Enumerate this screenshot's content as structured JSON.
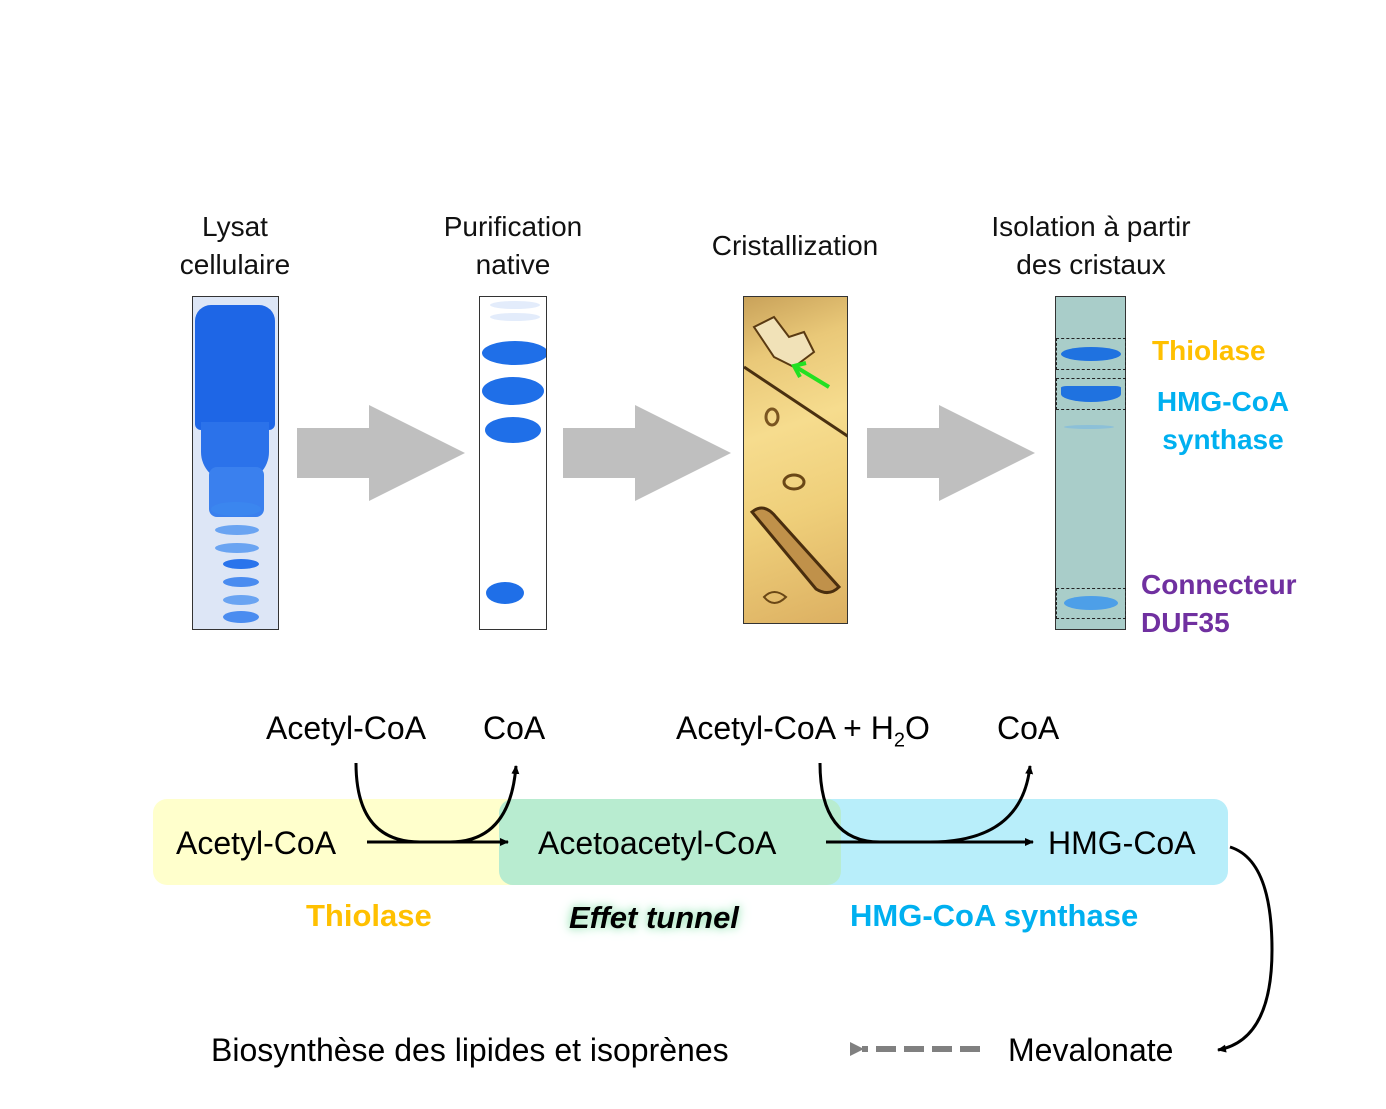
{
  "workflow": {
    "steps": [
      {
        "id": "lysate",
        "title_line1": "Lysat",
        "title_line2": "cellulaire"
      },
      {
        "id": "purification",
        "title_line1": "Purification",
        "title_line2": "native"
      },
      {
        "id": "crystallization",
        "title_line1": "Cristallization",
        "title_line2": ""
      },
      {
        "id": "isolation",
        "title_line1": "Isolation à partir",
        "title_line2": "des cristaux"
      }
    ],
    "band_labels": {
      "thiolase": "Thiolase",
      "hmgcs_line1": "HMG-CoA",
      "hmgcs_line2": "synthase",
      "connector_line1": "Connecteur",
      "connector_line2": "DUF35"
    }
  },
  "pathway": {
    "cosubstrates": {
      "step1_in": "Acetyl-CoA",
      "step1_out": "CoA",
      "step2_in": "Acetyl-CoA + H",
      "step2_in_sub": "2",
      "step2_in_suffix": "O",
      "step2_out": "CoA"
    },
    "metabolites": {
      "acetyl_coa": "Acetyl-CoA",
      "acetoacetyl_coa": "Acetoacetyl-CoA",
      "hmg_coa": "HMG-CoA",
      "mevalonate": "Mevalonate",
      "lipids": "Biosynthèse des lipides et isoprènes"
    },
    "enzymes": {
      "thiolase": "Thiolase",
      "tunnel": "Effet tunnel",
      "hmgcs": "HMG-CoA synthase"
    }
  },
  "colors": {
    "thiolase": "#ffc000",
    "hmgcs": "#00b0f0",
    "connector": "#7030a0",
    "box_thiolase": "#ffffcc",
    "box_tunnel": "#b8ecd0",
    "box_hmgcs": "#b8eefa",
    "flow_arrow": "#bfbfbf",
    "gel_blue": "#1f6fe8",
    "dashed_arrow": "#808080"
  }
}
